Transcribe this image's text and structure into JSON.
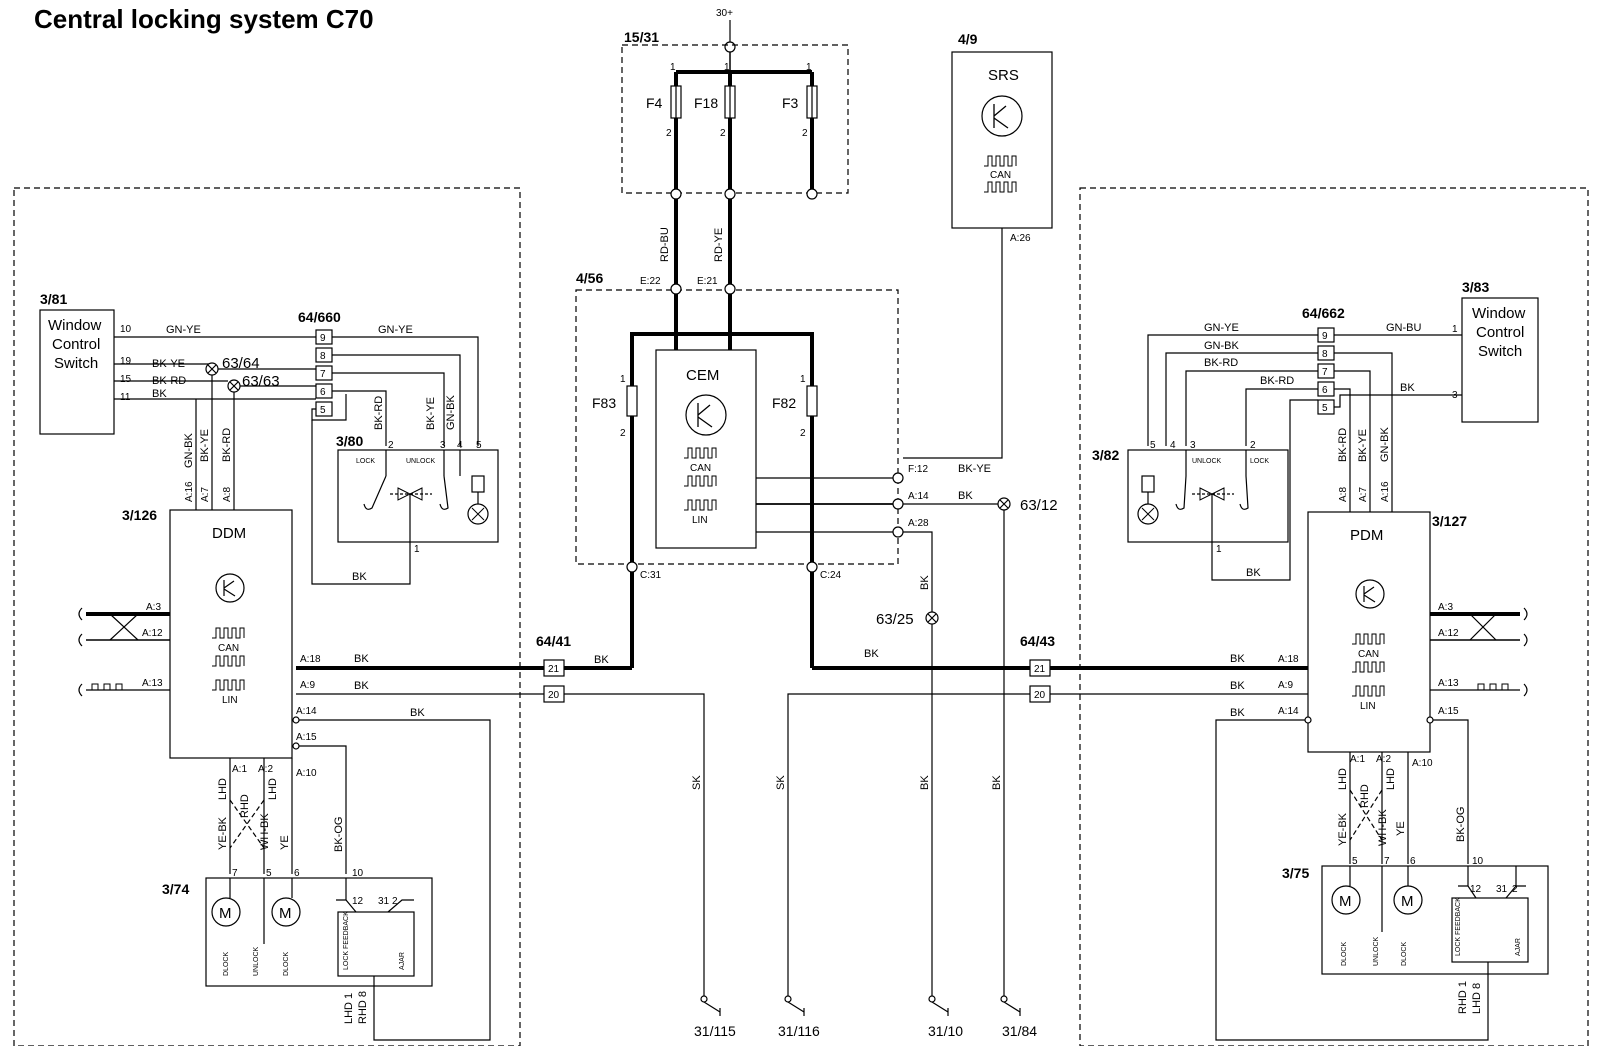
{
  "title": "Central locking system C70",
  "supply": "30+",
  "fuse_box": {
    "code": "15/31",
    "fuses": [
      "F4",
      "F18",
      "F3"
    ],
    "pin_in": "1",
    "pin_out": "2"
  },
  "srs": {
    "code": "4/9",
    "name": "SRS",
    "bus": "CAN",
    "pin": "A:26"
  },
  "cem": {
    "code": "4/56",
    "name": "CEM",
    "bus1": "CAN",
    "bus2": "LIN",
    "fuse_left": "F83",
    "fuse_right": "F82",
    "pin_in_left": "E:22",
    "pin_in_right": "E:21",
    "pin_out_left": "C:31",
    "pin_out_right": "C:24",
    "pin_f12": "F:12",
    "pin_a14": "A:14",
    "pin_a28": "A:28",
    "wire_in_left": "RD-BU",
    "wire_in_right": "RD-YE",
    "fuse_pin1": "1",
    "fuse_pin2": "2"
  },
  "ddm": {
    "code": "3/126",
    "name": "DDM",
    "bus1": "CAN",
    "bus2": "LIN",
    "pins": {
      "a3": "A:3",
      "a12": "A:12",
      "a13": "A:13",
      "a18": "A:18",
      "a9": "A:9",
      "a14": "A:14",
      "a15": "A:15",
      "a1": "A:1",
      "a2": "A:2",
      "a10": "A:10",
      "a16": "A:16",
      "a7": "A:7",
      "a8": "A:8"
    }
  },
  "pdm": {
    "code": "3/127",
    "name": "PDM",
    "bus1": "CAN",
    "bus2": "LIN",
    "pins": {
      "a3": "A:3",
      "a12": "A:12",
      "a13": "A:13",
      "a18": "A:18",
      "a9": "A:9",
      "a14": "A:14",
      "a15": "A:15",
      "a1": "A:1",
      "a2": "A:2",
      "a10": "A:10",
      "a16": "A:16",
      "a7": "A:7",
      "a8": "A:8"
    }
  },
  "switch_left": {
    "code": "3/81",
    "line1": "Window",
    "line2": "Control",
    "line3": "Switch",
    "pins": [
      "10",
      "19",
      "15",
      "11"
    ]
  },
  "switch_right": {
    "code": "3/83",
    "line1": "Window",
    "line2": "Control",
    "line3": "Switch",
    "pins": [
      "1",
      "3"
    ]
  },
  "connector_660": {
    "code": "64/660",
    "pins": [
      "9",
      "8",
      "7",
      "6",
      "5"
    ]
  },
  "connector_662": {
    "code": "64/662",
    "pins": [
      "9",
      "8",
      "7",
      "6",
      "5"
    ]
  },
  "connector_41": {
    "code": "64/41",
    "pins": [
      "21",
      "20"
    ]
  },
  "connector_43": {
    "code": "64/43",
    "pins": [
      "21",
      "20"
    ]
  },
  "splices": {
    "s6364": "63/64",
    "s6363": "63/63",
    "s6312": "63/12",
    "s6325": "63/25"
  },
  "lock_left": {
    "code": "3/80",
    "lock": "LOCK",
    "unlock": "UNLOCK",
    "pins": [
      "2",
      "3",
      "4",
      "5",
      "1"
    ]
  },
  "lock_right": {
    "code": "3/82",
    "lock": "LOCK",
    "unlock": "UNLOCK",
    "pins": [
      "5",
      "4",
      "3",
      "2",
      "1"
    ]
  },
  "motor_left": {
    "code": "3/74",
    "motor": "M",
    "pins": [
      "7",
      "5",
      "6",
      "10",
      "12",
      "31",
      "2",
      "1",
      "8"
    ],
    "labels": [
      "DLOCK",
      "UNLOCK",
      "DLOCK",
      "LOCK FEEDBACK",
      "AJAR"
    ],
    "lhd": "LHD",
    "rhd": "RHD",
    "lhd_pin": "LHD 1",
    "rhd_pin": "RHD 8"
  },
  "motor_right": {
    "code": "3/75",
    "motor": "M",
    "pins": [
      "5",
      "7",
      "6",
      "10",
      "12",
      "31",
      "2",
      "1",
      "8"
    ],
    "labels": [
      "DLOCK",
      "UNLOCK",
      "DLOCK",
      "LOCK FEEDBACK",
      "AJAR"
    ],
    "lhd": "LHD",
    "rhd": "RHD",
    "rhd_pin": "RHD 1",
    "lhd_pin": "LHD 8"
  },
  "wires": {
    "gn_ye": "GN-YE",
    "bk_ye": "BK-YE",
    "bk_rd": "BK-RD",
    "bk": "BK",
    "gn_bk": "GN-BK",
    "gn_bu": "GN-BU",
    "ye_bk": "YE-BK",
    "wh_bk": "WH-BK",
    "ye": "YE",
    "bk_og": "BK-OG",
    "sk": "SK"
  },
  "grounds": [
    "31/115",
    "31/116",
    "31/10",
    "31/84"
  ]
}
